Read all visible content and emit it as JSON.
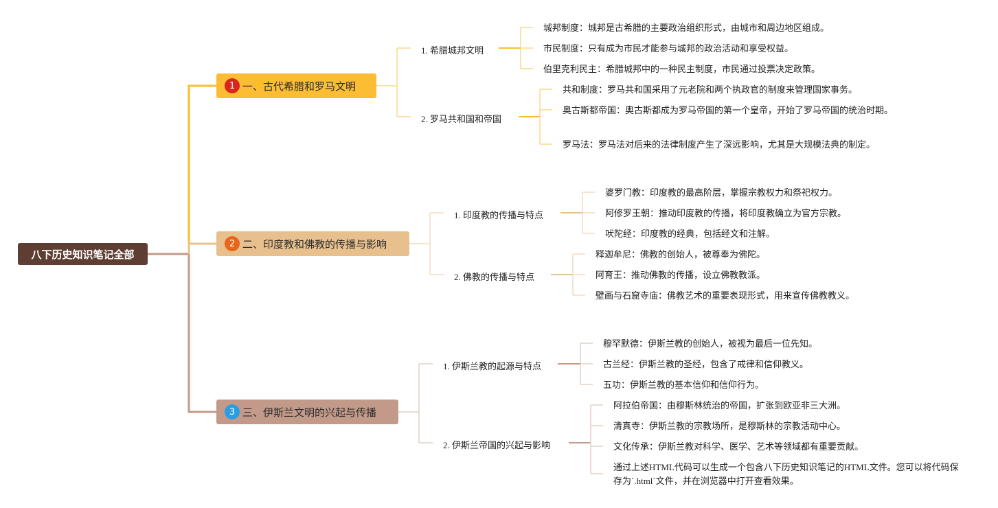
{
  "root": "八下历史知识笔记全部",
  "colors": {
    "root": "#5e3e33",
    "branch1": "#fcbc33",
    "branch2": "#e8c08e",
    "branch3": "#c39a8a",
    "badge1": "#d9261c",
    "badge2": "#e8661c",
    "badge3": "#2a9ee0"
  },
  "branches": [
    {
      "number": "1",
      "title": "一、古代希腊和罗马文明",
      "subs": [
        {
          "title": "1. 希腊城邦文明",
          "leaves": [
            "城邦制度：城邦是古希腊的主要政治组织形式，由城市和周边地区组成。",
            "市民制度：只有成为市民才能参与城邦的政治活动和享受权益。",
            "伯里克利民主：希腊城邦中的一种民主制度，市民通过投票决定政策。"
          ]
        },
        {
          "title": "2. 罗马共和国和帝国",
          "leaves": [
            "共和制度：罗马共和国采用了元老院和两个执政官的制度来管理国家事务。",
            "奥古斯都帝国：奥古斯都成为罗马帝国的第一个皇帝，开始了罗马帝国的统治时期。",
            "罗马法：罗马法对后来的法律制度产生了深远影响，尤其是大规模法典的制定。"
          ]
        }
      ]
    },
    {
      "number": "2",
      "title": "二、印度教和佛教的传播与影响",
      "subs": [
        {
          "title": "1. 印度教的传播与特点",
          "leaves": [
            "婆罗门教：印度教的最高阶层，掌握宗教权力和祭祀权力。",
            "阿修罗王朝：推动印度教的传播，将印度教确立为官方宗教。",
            "吠陀经：印度教的经典，包括经文和注解。"
          ]
        },
        {
          "title": "2. 佛教的传播与特点",
          "leaves": [
            "释迦牟尼：佛教的创始人，被尊奉为佛陀。",
            "阿育王：推动佛教的传播，设立佛教教派。",
            "壁画与石窟寺庙：佛教艺术的重要表现形式，用来宣传佛教教义。"
          ]
        }
      ]
    },
    {
      "number": "3",
      "title": "三、伊斯兰文明的兴起与传播",
      "subs": [
        {
          "title": "1. 伊斯兰教的起源与特点",
          "leaves": [
            "穆罕默德：伊斯兰教的创始人，被视为最后一位先知。",
            "古兰经：伊斯兰教的圣经，包含了戒律和信仰教义。",
            "五功：伊斯兰教的基本信仰和信仰行为。"
          ]
        },
        {
          "title": "2. 伊斯兰帝国的兴起与影响",
          "leaves": [
            "阿拉伯帝国：由穆斯林统治的帝国，扩张到欧亚非三大洲。",
            "清真寺：伊斯兰教的宗教场所，是穆斯林的宗教活动中心。",
            "文化传承：伊斯兰教对科学、医学、艺术等领域都有重要贡献。",
            "通过上述HTML代码可以生成一个包含八下历史知识笔记的HTML文件。您可以将代码保存为`.html`文件，并在浏览器中打开查看效果。"
          ]
        }
      ]
    }
  ]
}
